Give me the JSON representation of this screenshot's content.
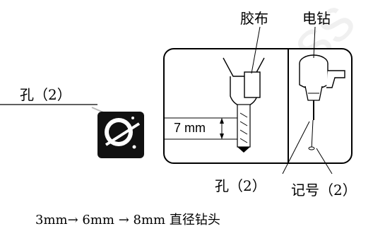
{
  "labels": {
    "tape": "胶布",
    "drill": "电钻",
    "hole_left": "孔（2）",
    "depth": "7 mm",
    "hole_bottom": "孔（2）",
    "mark": "记号（2）",
    "bits_caption": "3mm→ 6mm → 8mm 直径钻头"
  },
  "watermark": "Access"
}
